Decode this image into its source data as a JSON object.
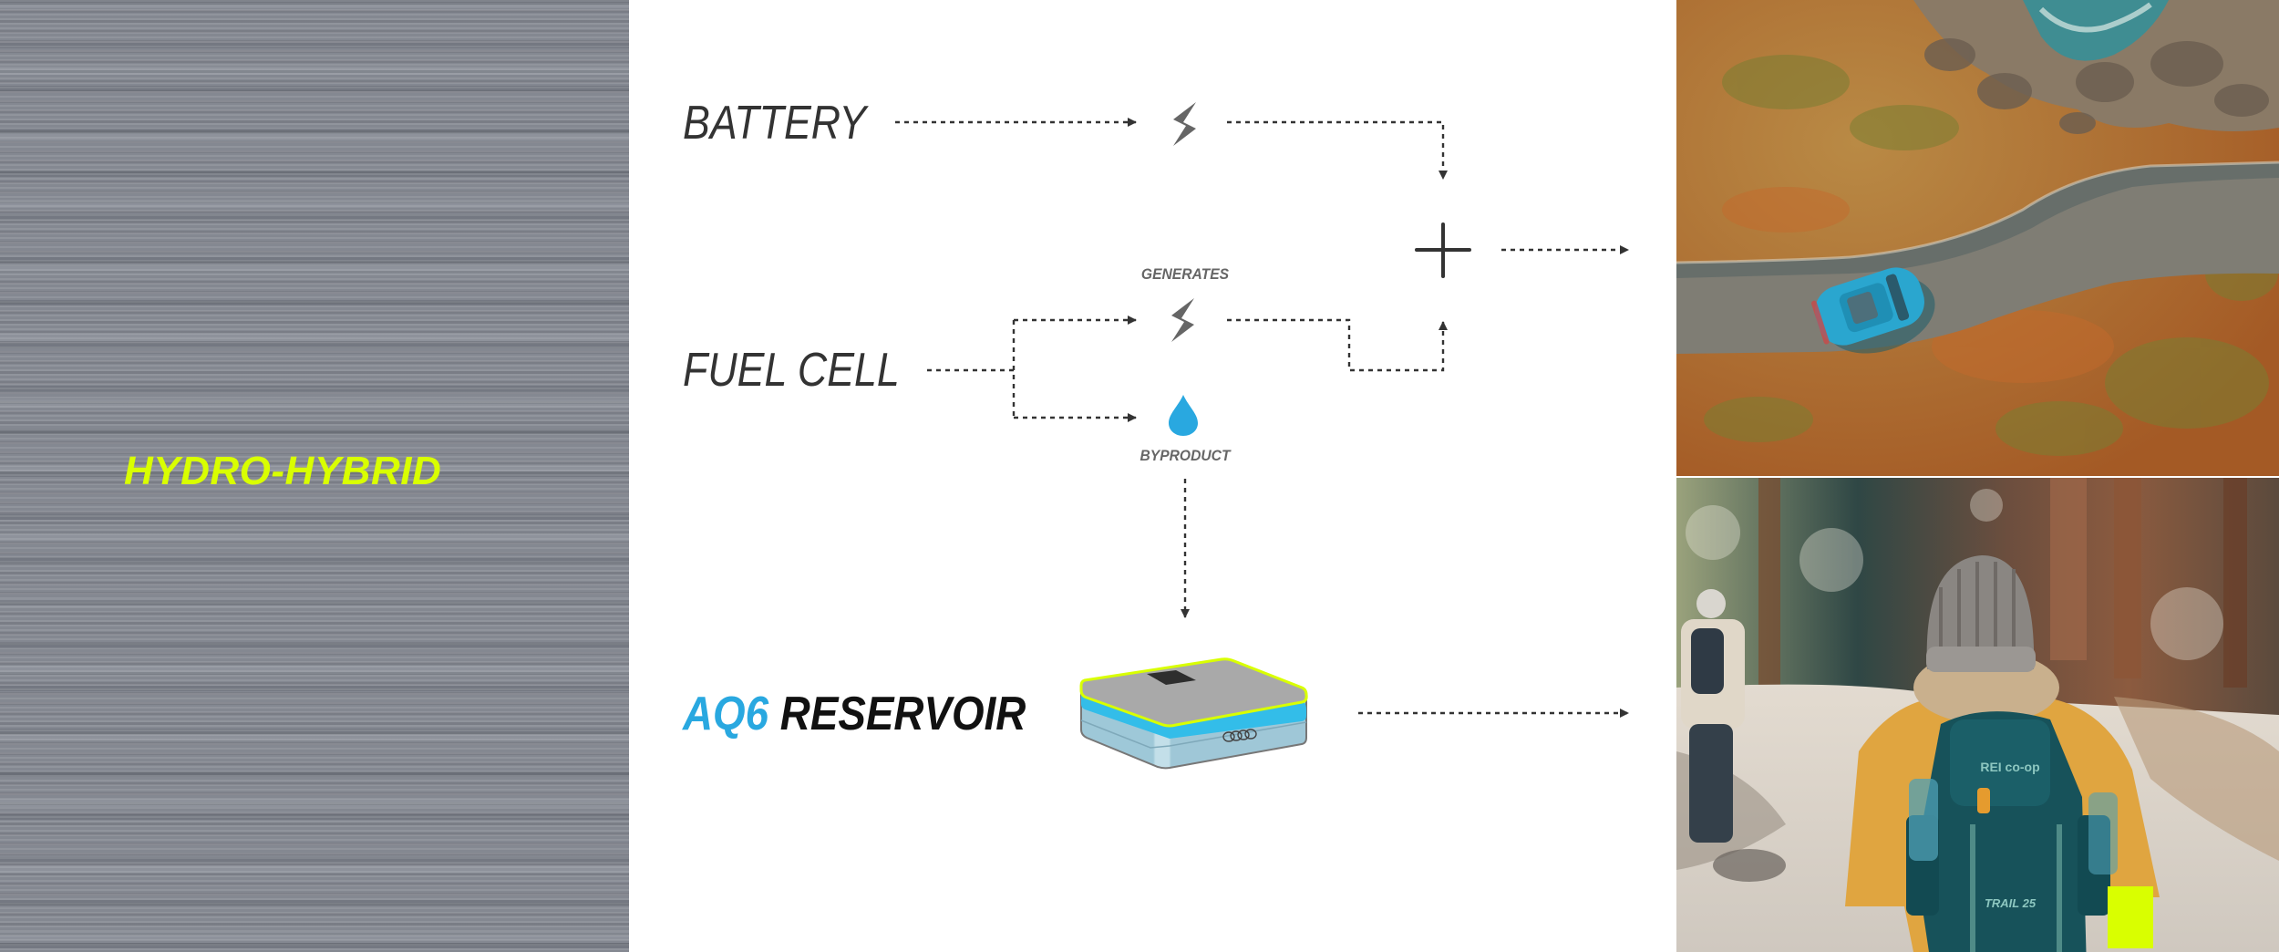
{
  "hero": {
    "title": "HYDRO-HYBRID"
  },
  "diagram": {
    "battery_label": "BATTERY",
    "fuel_cell_label": "FUEL CELL",
    "generates_label": "GENERATES",
    "byproduct_label": "BYPRODUCT",
    "reservoir_label": {
      "accent": "AQ6",
      "rest": "RESERVOIR"
    },
    "icons": {
      "battery_output": "lightning-bolt-icon",
      "fuel_cell_output": "lightning-bolt-icon",
      "byproduct": "water-drop-icon",
      "combine": "plus-icon",
      "reservoir": "aq6-reservoir-device-icon"
    }
  },
  "photos": {
    "top": {
      "subject": "aerial view of blue car on winding road"
    },
    "bottom": {
      "subject": "hiker with backpack on forest trail",
      "backpack_brand": "REI co-op",
      "backpack_model": "TRAIL 25"
    }
  },
  "colors": {
    "accent_lime": "#d9ff00",
    "accent_blue": "#29a8e0",
    "text_dark": "#333333",
    "icon_gray": "#666666",
    "panel_gray": "#848891"
  }
}
